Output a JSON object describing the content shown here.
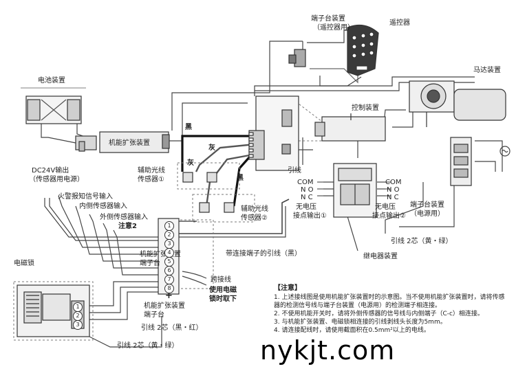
{
  "labels": {
    "battery": "电池装置",
    "terminal_remote_1": "端子台装置",
    "terminal_remote_2": "（遥控器用）",
    "remote": "遥控器",
    "motor": "马达装置",
    "function_ext": "机能扩张装置",
    "black_1": "黑",
    "gray_1": "灰",
    "gray_2": "灰",
    "black_2": "黑",
    "control": "控制装置",
    "dc24_1": "DC24V输出",
    "dc24_2": "（传感器用电源）",
    "aux_sensor1_1": "辅助光线",
    "aux_sensor1_2": "传感器①",
    "lead_wire": "引线",
    "fire_alarm": "火警报知信号输入",
    "inner_sensor": "内侧传感器输入",
    "outer_sensor": "外侧传感器输入",
    "note2": "注意2",
    "aux_sensor2_1": "辅助光线",
    "aux_sensor2_2": "传感器②",
    "com_l": "COM",
    "no_l": "N O",
    "nc_l": "N C",
    "com_r": "COM",
    "no_r": "N O",
    "nc_r": "N C",
    "novolt1_1": "无电压",
    "novolt1_2": "接点输出①",
    "novolt2_1": "无电压",
    "novolt2_2": "接点输出②",
    "terminal_power_1": "端子台装置",
    "terminal_power_2": "（电源用）",
    "lead_yg_right": "引线   2芯（黄・绿）",
    "relay": "继电器装置",
    "lead_terminal": "带连接端子的引线（黑）",
    "ext_terminal_1": "机能扩张装置",
    "ext_terminal_2": "端子台",
    "jumper": "跨接线",
    "use_lock_1": "使用电磁",
    "use_lock_2": "锁时取下",
    "plus": "+",
    "minus": "−",
    "maglock": "电磁锁",
    "ext_terminal2_1": "机能扩张装置",
    "ext_terminal2_2": "端子台",
    "lead_br": "引线   2芯（黑・红）",
    "lead_yg_bottom": "引线   2芯（黄・绿）"
  },
  "terminal_numbers": [
    "1",
    "2",
    "3",
    "4",
    "5",
    "6",
    "7",
    "8"
  ],
  "lock_terminal_numbers": [
    "1",
    "2",
    "3"
  ],
  "notes": {
    "title": "【注意】",
    "items": [
      "1. 上述接线图是使用机能扩张装置时的示意图。当不使用机能扩张装置时，请将传感器的检测信号线与端子台装置（电源用）的检测端子相连接。",
      "2. 不使用机能开关时，请将外侧传感器的信号线与内侧端子（C-c）相连接。",
      "3. 与机能扩张装置、电磁锁相连接的引线剥线头长度为5mm。",
      "4. 请连接配线时，请使用截面积在0.5mm²以上的电线。"
    ]
  },
  "watermark": "nykjt.com"
}
